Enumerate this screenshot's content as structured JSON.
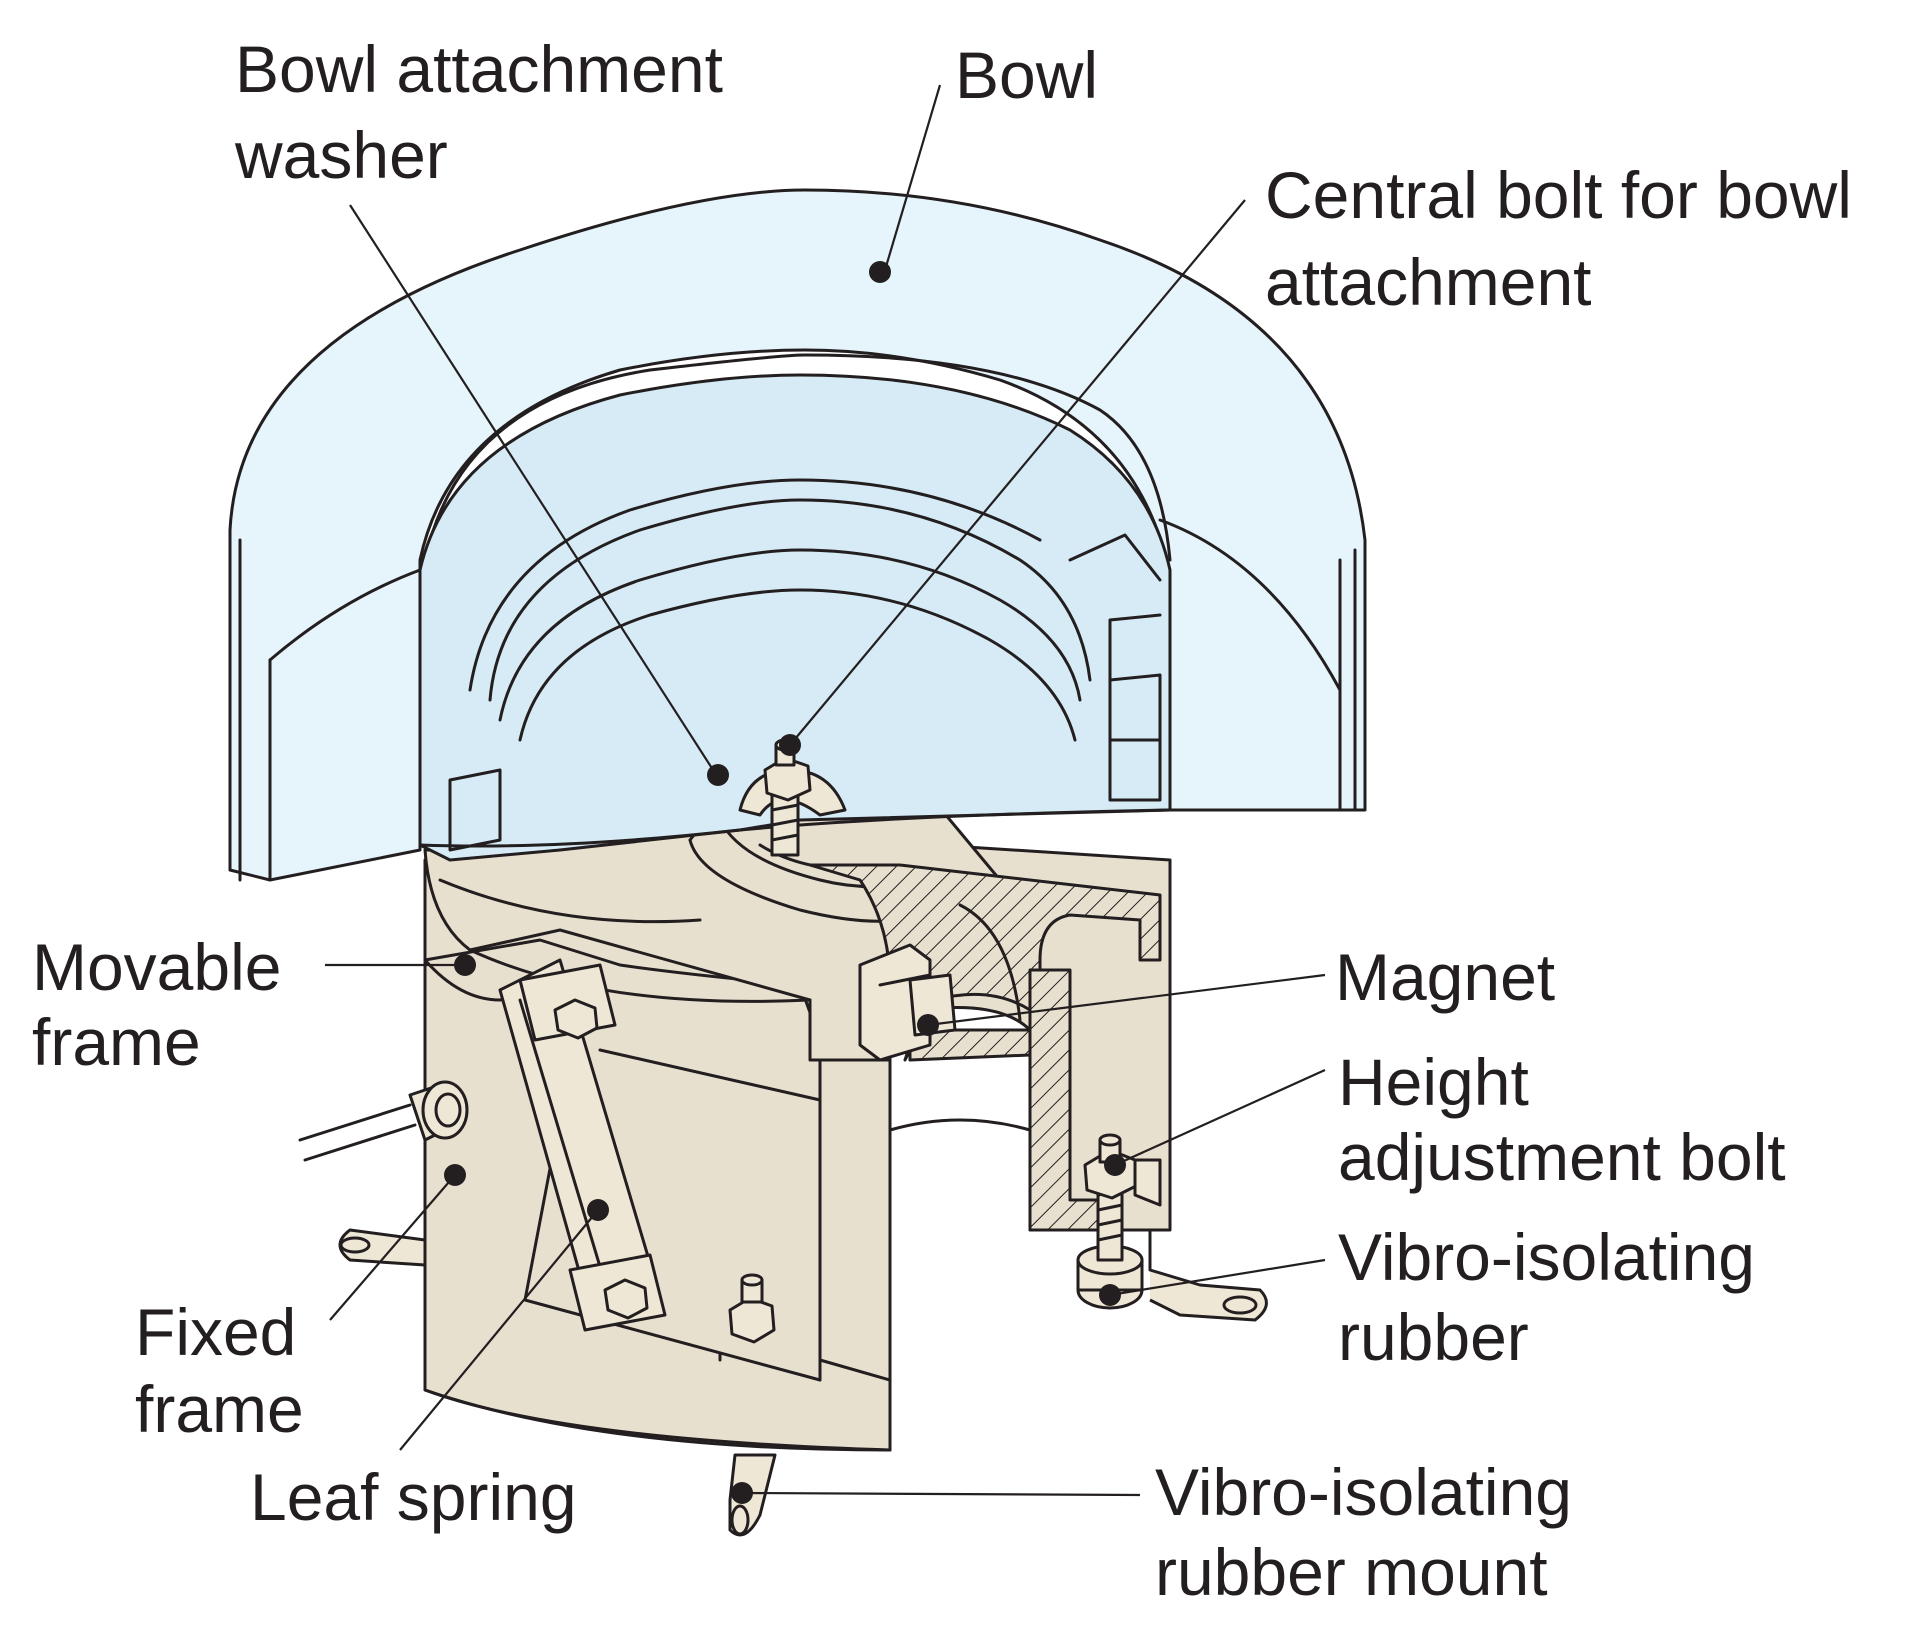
{
  "labels": {
    "bowl_attachment_washer": [
      "Bowl attachment",
      "washer"
    ],
    "bowl": [
      "Bowl"
    ],
    "central_bolt": [
      "Central bolt for bowl",
      "attachment"
    ],
    "movable_frame": [
      "Movable",
      "frame"
    ],
    "magnet": [
      "Magnet"
    ],
    "height_adjustment_bolt": [
      "Height",
      "adjustment bolt"
    ],
    "vibro_isolating_rubber": [
      "Vibro-isolating",
      "rubber"
    ],
    "fixed_frame": [
      "Fixed",
      "frame"
    ],
    "leaf_spring": [
      "Leaf spring"
    ],
    "vibro_isolating_rubber_mount": [
      "Vibro-isolating",
      "rubber mount"
    ]
  },
  "colors": {
    "bowl": "#e6f4fb",
    "body": "#e8e0cf",
    "ink": "#231f20"
  }
}
